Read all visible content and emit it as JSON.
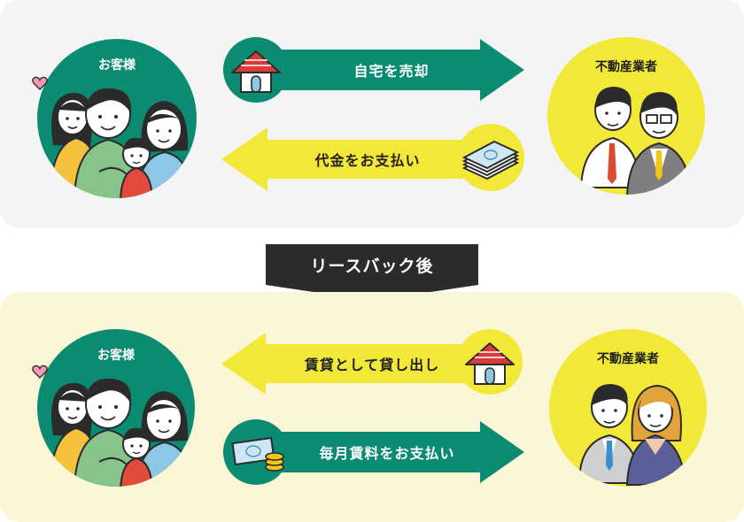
{
  "colors": {
    "green": "#0a8b72",
    "yellow": "#f2e838",
    "dark": "#2b2b2b",
    "house_roof": "#d93b3b"
  },
  "before": {
    "customer_label": "お客様",
    "company_label": "不動産業者",
    "arrow_sell": "自宅を売却",
    "arrow_payment": "代金をお支払い"
  },
  "banner_label": "リースバック後",
  "after": {
    "customer_label": "お客様",
    "company_label": "不動産業者",
    "arrow_lease": "賃貸として貸し出し",
    "arrow_rent": "毎月賃料をお支払い"
  },
  "icons": {
    "house": "house-icon",
    "money_stack": "money-stack-icon",
    "cash_coins": "cash-coins-icon",
    "heart": "heart-icon",
    "family": "family-illustration",
    "businessmen": "businessmen-illustration"
  }
}
